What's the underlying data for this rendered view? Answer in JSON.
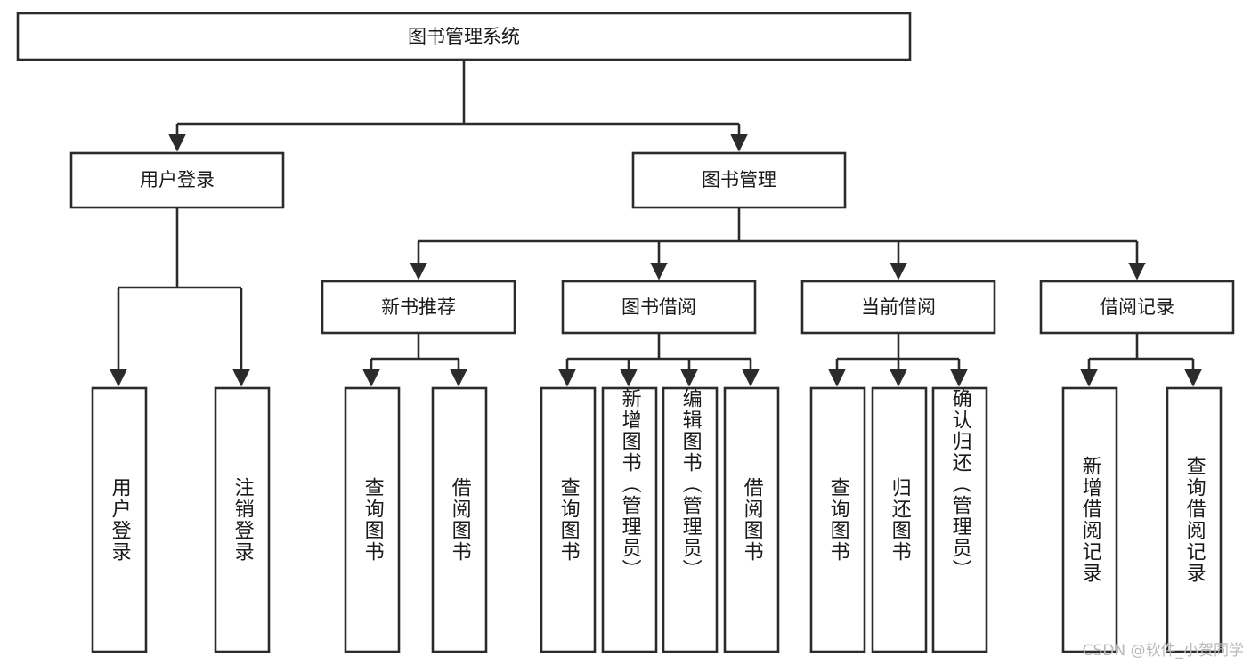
{
  "diagram": {
    "type": "hierarchy-tree",
    "title": "图书管理系统",
    "background_color": "#ffffff",
    "line_color": "#2b2b2b",
    "text_color": "#1a1a1a",
    "root": {
      "label": "图书管理系统",
      "children": [
        {
          "label": "用户登录",
          "children": [
            {
              "label": "用户登录"
            },
            {
              "label": "注销登录"
            }
          ]
        },
        {
          "label": "图书管理",
          "children": [
            {
              "label": "新书推荐",
              "children": [
                {
                  "label": "查询图书"
                },
                {
                  "label": "借阅图书"
                }
              ]
            },
            {
              "label": "图书借阅",
              "children": [
                {
                  "label": "查询图书"
                },
                {
                  "label": "新增图书（管理员）"
                },
                {
                  "label": "编辑图书（管理员）"
                },
                {
                  "label": "借阅图书"
                }
              ]
            },
            {
              "label": "当前借阅",
              "children": [
                {
                  "label": "查询图书"
                },
                {
                  "label": "归还图书"
                },
                {
                  "label": "确认归还（管理员）"
                }
              ]
            },
            {
              "label": "借阅记录",
              "children": [
                {
                  "label": "新增借阅记录"
                },
                {
                  "label": "查询借阅记录"
                }
              ]
            }
          ]
        }
      ]
    },
    "nodes": {
      "root": "图书管理系统",
      "l1_user_login": "用户登录",
      "l1_book_mgmt": "图书管理",
      "l2_new_book_rec": "新书推荐",
      "l2_book_borrow": "图书借阅",
      "l2_current_borrow": "当前借阅",
      "l2_borrow_record": "借阅记录",
      "leaf_01": "用户登录",
      "leaf_02": "注销登录",
      "leaf_03": "查询图书",
      "leaf_04": "借阅图书",
      "leaf_05": "查询图书",
      "leaf_06": "新增图书（管理员）",
      "leaf_07": "编辑图书（管理员）",
      "leaf_08": "借阅图书",
      "leaf_09": "查询图书",
      "leaf_10": "归还图书",
      "leaf_11": "确认归还（管理员）",
      "leaf_12": "新增借阅记录",
      "leaf_13": "查询借阅记录"
    }
  },
  "watermark": {
    "text": "CSDN @软件_小贺同学"
  }
}
